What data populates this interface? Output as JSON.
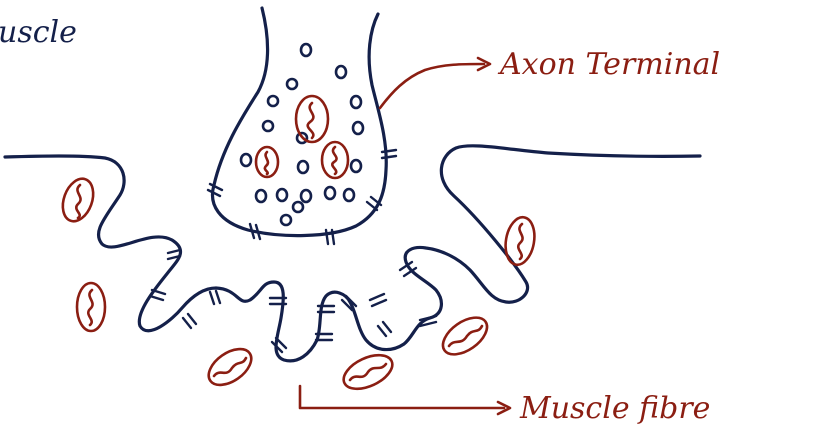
{
  "title_fragment": "uscle",
  "labels": {
    "axon_terminal": "Axon Terminal",
    "muscle_fibre": "Muscle fibre"
  },
  "colors": {
    "outline": "#14204a",
    "label": "#8b1e12",
    "background": "#ffffff"
  }
}
